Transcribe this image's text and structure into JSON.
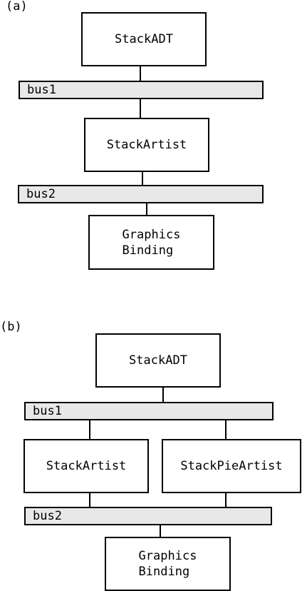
{
  "panel_a": {
    "label": "(a)",
    "stack_adt": "StackADT",
    "bus1": "bus1",
    "stack_artist": "StackArtist",
    "bus2": "bus2",
    "graphics_binding": [
      "Graphics",
      "Binding"
    ]
  },
  "panel_b": {
    "label": "(b)",
    "stack_adt": "StackADT",
    "bus1": "bus1",
    "stack_artist": "StackArtist",
    "stack_pie_artist": "StackPieArtist",
    "bus2": "bus2",
    "graphics_binding": [
      "Graphics",
      "Binding"
    ]
  }
}
